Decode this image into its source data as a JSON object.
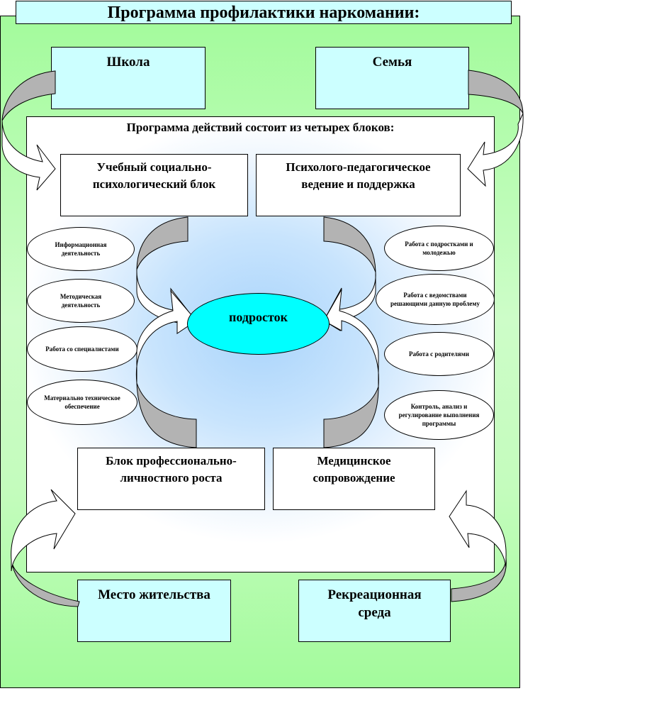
{
  "title": "Программа профилактики  наркомании:",
  "context_boxes": {
    "school": "Школа",
    "family": "Семья",
    "residence": "Место жительства",
    "recreation_line1": "Рекреационная",
    "recreation_line2": "среда"
  },
  "inner_heading": "Программа действий состоит из четырех блоков:",
  "blocks": {
    "educational": [
      "Учебный социально-",
      "психологический блок"
    ],
    "psych_pedagogical": [
      "Психолого-педагогическое",
      "ведение и поддержка"
    ],
    "professional": [
      "Блок профессионально-",
      "личностного роста"
    ],
    "medical": [
      "Медицинское",
      "сопровождение"
    ]
  },
  "center": "подросток",
  "left_ovals": [
    "Информационная деятельность",
    "Методическая деятельность",
    "Работа со специалистами",
    "Материально техническое обеспечение"
  ],
  "right_ovals": [
    "Работа с подростками и молодежью",
    "Работа с ведомствами решающими данную проблему",
    "Работа с родителями",
    "Контроль, анализ и регулирование выполнения программы"
  ],
  "colors": {
    "outer_panel": "#a3fb9c",
    "context_box": "#ccffff",
    "center_oval": "#00ffff",
    "arrow_shadow": "#b3b3b3"
  }
}
